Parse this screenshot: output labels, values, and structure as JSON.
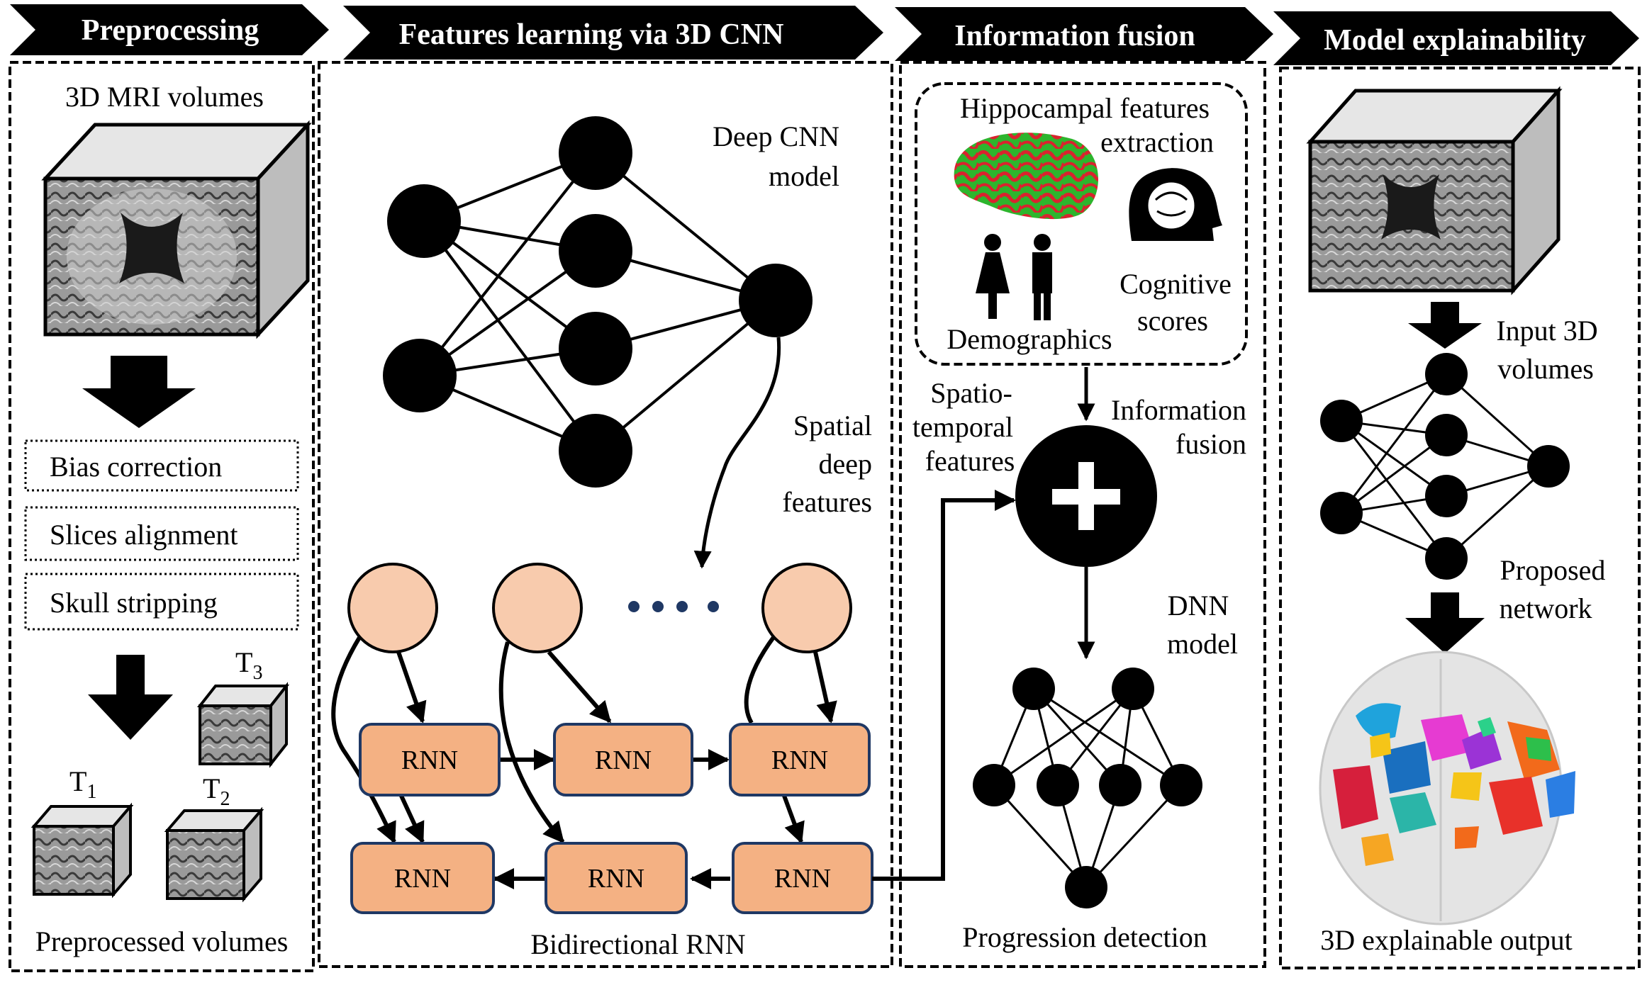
{
  "sections": {
    "preprocessing": {
      "title": "Preprocessing",
      "mri_label": "3D MRI volumes",
      "steps": [
        "Bias correction",
        "Slices alignment",
        "Skull stripping"
      ],
      "timepoints": [
        "T",
        "T",
        "T"
      ],
      "timepoint_subs": [
        "1",
        "2",
        "3"
      ],
      "output_label": "Preprocessed volumes"
    },
    "features": {
      "title": "Features learning via 3D CNN",
      "cnn_label_1": "Deep CNN",
      "cnn_label_2": "model",
      "spatial_1": "Spatial",
      "spatial_2": "deep",
      "spatial_3": "features",
      "rnn_label": "RNN",
      "birnn_label": "Bidirectional RNN"
    },
    "fusion": {
      "title": "Information fusion",
      "hippo_1": "Hippocampal features",
      "hippo_2": "extraction",
      "cognitive_1": "Cognitive",
      "cognitive_2": "scores",
      "demographics": "Demographics",
      "spatio_1": "Spatio-",
      "spatio_2": "temporal",
      "spatio_3": "features",
      "info_1": "Information",
      "info_2": "fusion",
      "dnn_1": "DNN",
      "dnn_2": "model",
      "output_label": "Progression detection"
    },
    "explainability": {
      "title": "Model explainability",
      "input_1": "Input 3D",
      "input_2": "volumes",
      "proposed_1": "Proposed",
      "proposed_2": "network",
      "output_label": "3D explainable output"
    }
  },
  "colors": {
    "header": "#000000",
    "rnn_fill": "#f4b183",
    "rnn_border": "#1f3864",
    "rnn_input_node": "#f8cbad",
    "dots": "#1f3864",
    "cortex_green": "#2db52d",
    "cortex_red": "#d9232e"
  }
}
